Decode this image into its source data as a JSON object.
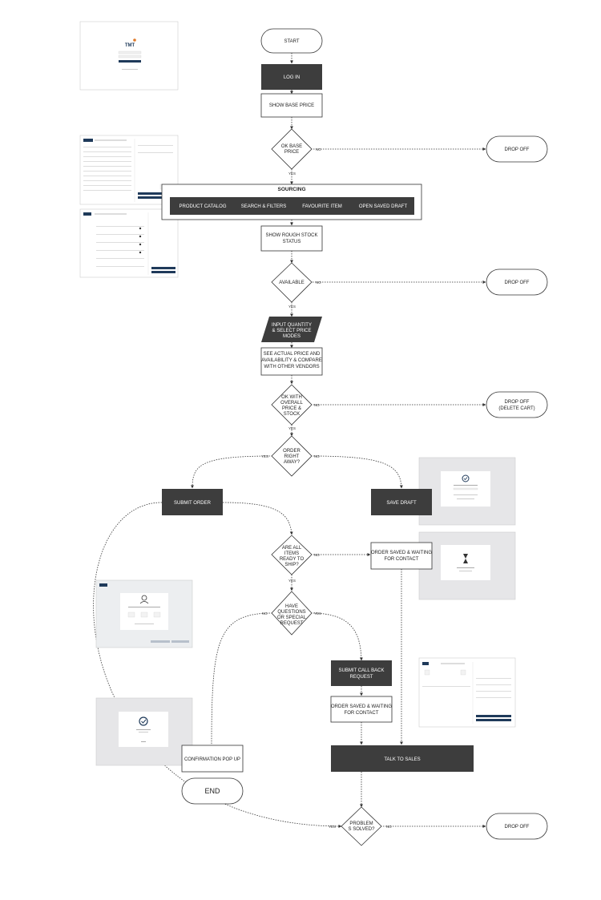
{
  "nodes": {
    "start": "START",
    "login": "LOG IN",
    "show_base_price": "SHOW BASE PRICE",
    "ok_base_price": [
      "OK BASE",
      "PRICE"
    ],
    "sourcing": "SOURCING",
    "sourcing_items": [
      "PRODUCT CATALOG",
      "SEARCH & FILTERS",
      "FAVOURITE ITEM",
      "OPEN SAVED DRAFT"
    ],
    "rough_stock": [
      "SHOW ROUGH STOCK",
      "STATUS"
    ],
    "available": "AVAILABLE",
    "input_quantity": [
      "INPUT QUANTITY",
      "& SELECT PRICE",
      "MODES"
    ],
    "see_actual_price": [
      "SEE ACTUAL PRICE AND",
      "AVAILABILITY & COMPARE",
      "WITH OTHER VENDORS"
    ],
    "ok_overall": [
      "OK WITH",
      "OVERALL",
      "PRICE &",
      "STOCK"
    ],
    "order_right_away": [
      "ORDER",
      "RIGHT",
      "AWAY?"
    ],
    "submit_order": "SUBMIT ORDER",
    "save_draft": "SAVE DRAFT",
    "all_ready": [
      "ARE ALL",
      "ITEMS",
      "READY TO",
      "SHIP?"
    ],
    "order_saved_1": [
      "ORDER SAVED & WAITING",
      "FOR CONTACT"
    ],
    "have_questions": [
      "HAVE",
      "QUESTIONS",
      "OR SPECIAL",
      "REQUEST"
    ],
    "submit_callback": [
      "SUBMIT CALL BACK",
      "REQUEST"
    ],
    "order_saved_2": [
      "ORDER SAVED & WAITING",
      "FOR CONTACT"
    ],
    "confirmation_popup": "CONFIRMATION POP UP",
    "talk_to_sales": "TALK TO SALES",
    "end": "END",
    "problem_solved": [
      "PROBLEM",
      "S SOLVED?"
    ],
    "drop_off_1": "DROP OFF",
    "drop_off_2": "DROP OFF",
    "drop_off_3": [
      "DROP OFF",
      "(DELETE CART)"
    ],
    "drop_off_4": "DROP OFF"
  },
  "edge_labels": {
    "yes": "YES",
    "no": "NO"
  },
  "thumbnails": {
    "login_logo": "TMT"
  },
  "colors": {
    "dark_fill": "#3d3d3d",
    "outline": "#333333",
    "thumb_bg": "#e6e6e8",
    "accent": "#1f3a5a"
  }
}
